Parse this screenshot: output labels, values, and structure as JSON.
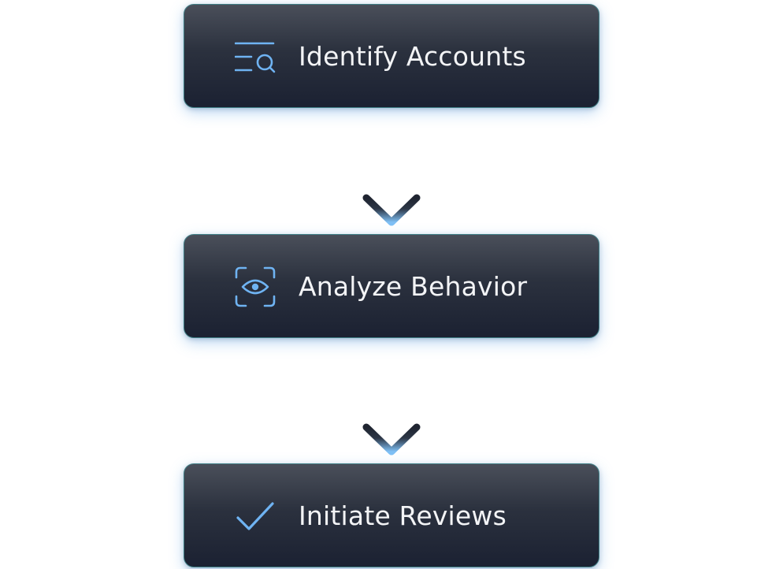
{
  "steps": [
    {
      "label": "Identify Accounts",
      "icon": "search-list-icon"
    },
    {
      "label": "Analyze Behavior",
      "icon": "eye-scan-icon"
    },
    {
      "label": "Initiate Reviews",
      "icon": "checkmark-icon"
    }
  ],
  "colors": {
    "box_top": "#4a4f5a",
    "box_bottom": "#1b2132",
    "box_border": "#3f7f86",
    "icon_accent": "#6fb3f2",
    "label_text": "#f3f4f6",
    "arrow_top": "#1f2430",
    "arrow_bottom": "#7fc0f5"
  }
}
